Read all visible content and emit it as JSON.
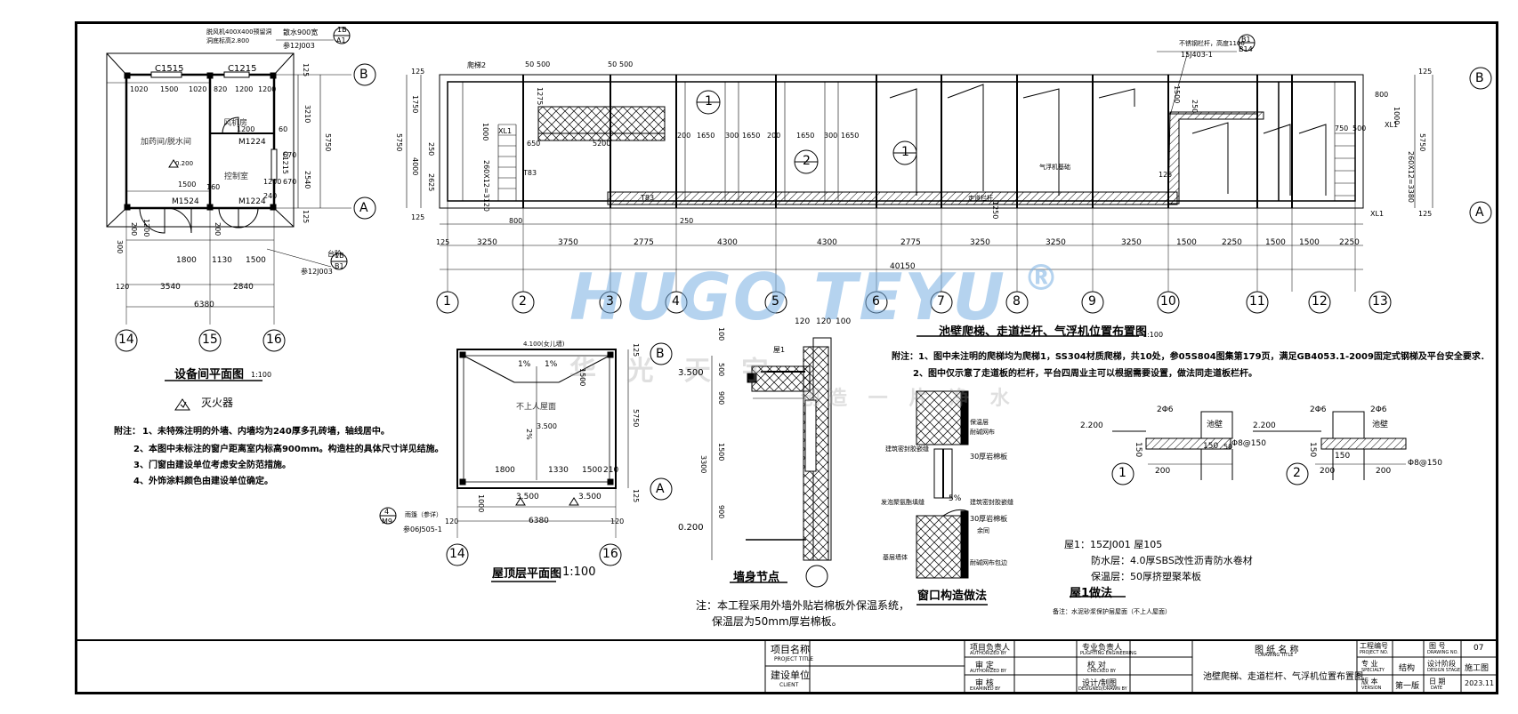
{
  "drawing_title": "池壁爬梯、走道栏杆、气浮机位置布置图",
  "drawing_title_scale": "1:100",
  "equipment_room": {
    "title": "设备间平面图",
    "scale": "1:100",
    "fire_extinguisher": "灭火器",
    "rooms": [
      "加药间/脱水间",
      "风机房",
      "控制室"
    ],
    "windows": [
      "C1515",
      "C1215",
      "C1215"
    ],
    "doors": [
      "M1224",
      "M1524",
      "M1224"
    ],
    "callout_top_note": "脱风机400X400预留洞",
    "callout_top_note2": "洞底标高2.800",
    "callout_scupper": "散水900宽",
    "ref_top": "参12J003",
    "ref_step": "台阶",
    "ref_step_code": "参12J003",
    "tag_1b_a1_top": "1B",
    "tag_1b_a1_bottom": "A1",
    "tag_1b_b1_top": "1B",
    "tag_1b_b1_bottom": "B1",
    "level": "0.200",
    "top_dims": [
      "1020",
      "1500",
      "1020",
      "820",
      "1200",
      "1200"
    ],
    "right_dims": [
      "125",
      "3210",
      "5750",
      "2540",
      "125"
    ],
    "inner_dims": [
      "1200",
      "60",
      "670",
      "1200",
      "670",
      "240",
      "1500",
      "160"
    ],
    "bottom_dims_1": [
      "1800",
      "1130",
      "1500"
    ],
    "bottom_dims_2": [
      "3540",
      "2840"
    ],
    "bottom_dims_3": [
      "6380"
    ],
    "left_dims": [
      "300",
      "1200",
      "200",
      "200",
      "120"
    ],
    "axes": [
      "14",
      "15",
      "16"
    ],
    "axis_b": "B",
    "axis_a": "A"
  },
  "notes_left": {
    "title": "附注：",
    "items": [
      "1、未特殊注明的外墙、内墙均为240厚多孔砖墙，轴线居中。",
      "2、本图中未标注的窗户距离室内标高900mm。构造柱的具体尺寸详见结施。",
      "3、门窗由建设单位考虑安全防范措施。",
      "4、外饰涂料颜色由建设单位确定。"
    ]
  },
  "main_plan": {
    "axes": [
      "1",
      "2",
      "3",
      "4",
      "5",
      "6",
      "7",
      "8",
      "9",
      "10",
      "11",
      "12",
      "13"
    ],
    "axis_b": "B",
    "axis_a": "A",
    "bay_dims": [
      "3250",
      "3750",
      "2775",
      "4300",
      "4300",
      "2775",
      "3250",
      "3250",
      "3250",
      "1500",
      "2250",
      "1500",
      "1500",
      "2250"
    ],
    "total": "40150",
    "left_dims": [
      "125",
      "1750",
      "5750",
      "4000",
      "2625",
      "250",
      "125"
    ],
    "right_dims": [
      "125",
      "5750",
      "1000",
      "800",
      "125"
    ],
    "misc_dims": [
      "50",
      "500",
      "50",
      "500",
      "1275",
      "5200",
      "650",
      "1000",
      "200",
      "1650",
      "300",
      "1650",
      "200",
      "1650",
      "300",
      "1650",
      "800",
      "250",
      "1250",
      "1500",
      "250",
      "750",
      "500",
      "1100",
      "125"
    ],
    "labels": [
      "爬梯2",
      "XL1",
      "XL1",
      "260X12=3120",
      "260X12=3380",
      "T83",
      "T83",
      "气浮机基础",
      "走道栏杆",
      "不锈钢栏杆，高度1100",
      "15J403-1"
    ],
    "tag_b1_top": "B1",
    "tag_b1_bottom": "B14",
    "section_1": "1",
    "section_2": "2",
    "section_1b": "1"
  },
  "notes_right": {
    "items": [
      "附注：1、图中未注明的爬梯均为爬梯1，SS304材质爬梯，共10处，参05S804图集第179页，满足GB4053.1-2009固定式钢梯及平台安全要求．",
      "2、图中仅示意了走道板的栏杆，平台四周业主可以根据需要设置，做法同走道板栏杆。"
    ]
  },
  "roof_plan": {
    "title": "屋顶层平面图",
    "scale": "1:100",
    "label_center": "不上人屋面",
    "slope1": "1%",
    "slope2": "1%",
    "slope3": "2%",
    "level_top": "4.100(女儿墙)",
    "level_mid": "3.500",
    "level_b1": "3.500",
    "level_b2": "3.500",
    "dims_right": [
      "125",
      "5750",
      "125"
    ],
    "dims_inner": [
      "1500"
    ],
    "dims_bottom_1": [
      "1800",
      "1330",
      "1500",
      "210"
    ],
    "dims_bottom_2": [
      "6380"
    ],
    "left_dims": [
      "1000",
      "120",
      "120"
    ],
    "axes": [
      "14",
      "16"
    ],
    "axis_b": "B",
    "axis_a": "A",
    "tag_top": "4",
    "tag_bottom": "M9",
    "ref_note": "雨篷（参详）",
    "ref_code": "参06J505-1"
  },
  "wall_detail": {
    "title": "墙身节点",
    "note_1": "注：本工程采用外墙外贴岩棉板外保温系统，",
    "note_2": "保温层为50mm厚岩棉板。",
    "dims_top": [
      "120",
      "120",
      "100"
    ],
    "label_roof": "屋1",
    "level_top": "3.500",
    "level_bottom": "0.200",
    "dims_vertical": [
      "100",
      "500",
      "900",
      "1500",
      "3300",
      "900"
    ]
  },
  "window_detail": {
    "title": "窗口构造做法",
    "labels": [
      "保温层",
      "耐碱网布",
      "30厚岩棉板",
      "建筑密封胶嵌缝",
      "发泡聚氨酯填缝",
      "建筑密封胶嵌缝",
      "30厚岩棉板",
      "余同",
      "基层墙体",
      "耐碱网布包边"
    ],
    "slope": "5%"
  },
  "sections": {
    "s1": {
      "id": "1",
      "level": "2.200",
      "rebar_top": "2Φ6",
      "rebar_dist": "Φ8@150",
      "w1": "200",
      "w2": "150",
      "h": "150",
      "wall": "池壁",
      "v1": "50"
    },
    "s2": {
      "id": "2",
      "level": "2.200",
      "rebar_top_l": "2Φ6",
      "rebar_top_r": "2Φ6",
      "rebar_dist": "Φ8@150",
      "w1": "200",
      "w2": "150",
      "w3": "200",
      "h": "150",
      "wall": "池壁"
    }
  },
  "roof_method": {
    "line1": "屋1：15ZJ001 屋105",
    "line2": "防水层：4.0厚SBS改性沥青防水卷材",
    "line3": "保温层：50厚挤塑聚苯板",
    "title": "屋1做法",
    "note": "备注：水泥砂浆保护层屋面（不上人屋面）"
  },
  "watermark": {
    "main": "HUGO TEYU",
    "reg": "®",
    "sub": "华 光 天 宇",
    "sub2": "创造 一 片 净 水"
  },
  "title_block": {
    "project_name": "项目名称",
    "project_name_en": "PROJECT TITLE",
    "client": "建设单位",
    "client_en": "CLIENT",
    "pm": "项目负责人",
    "pm_en": "AUTHORIZED BY",
    "approve": "审  定",
    "approve_en": "AUTHORIZED BY",
    "review": "审  核",
    "review_en": "EXAMINED BY",
    "lead": "专业负责人",
    "lead_en": "PLIGHTING ENGINEERING",
    "check": "校  对",
    "check_en": "CHECKED BY",
    "design": "设计/制图",
    "design_en": "DESIGNED/DRAWN BY",
    "drawing_name": "图 纸 名 称",
    "drawing_name_en": "DRAWING TITLE",
    "drawing_name_value": "池壁爬梯、走道栏杆、气浮机位置布置图",
    "project_no": "工程编号",
    "project_no_en": "PROJECT NO.",
    "drawing_no": "图  号",
    "drawing_no_en": "DRAWING NO.",
    "drawing_no_value": "07",
    "discipline": "专  业",
    "discipline_en": "SPECIALTY",
    "discipline_value": "结构",
    "stage": "设计阶段",
    "stage_en": "DESIGN STAGE",
    "stage_value": "施工图",
    "version": "版  本",
    "version_en": "VERSION",
    "version_value": "第一版",
    "date": "日  期",
    "date_en": "DATE",
    "date_value": "2023.11"
  }
}
